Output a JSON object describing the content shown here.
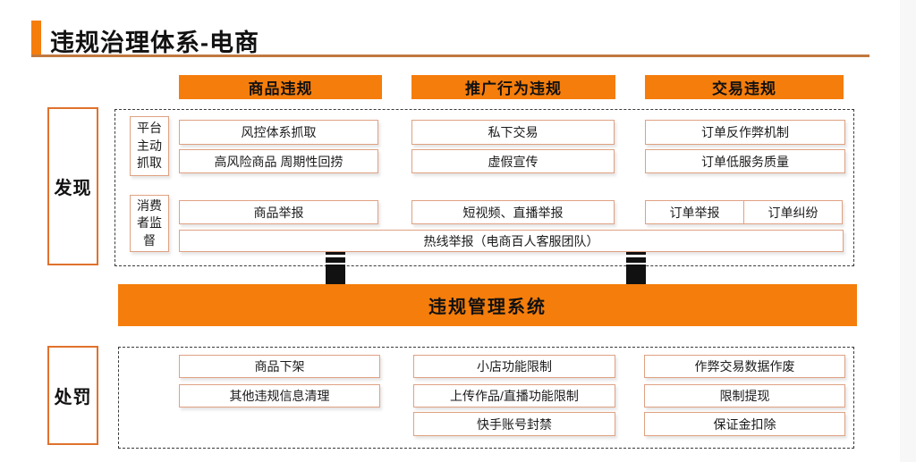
{
  "page_title": "违规治理体系-电商",
  "colors": {
    "accent_orange": "#F57D0B",
    "underline_brown": "#C0783F",
    "section_label_border": "#E0722D",
    "box_border": "#DFA182",
    "arrow_black": "#111111"
  },
  "column_headers": {
    "product": "商品违规",
    "promotion": "推广行为违规",
    "transaction": "交易违规"
  },
  "discovery": {
    "section_label": "发现",
    "platform_capture_label": "平台主动抓取",
    "consumer_supervision_label": "消费者监督",
    "product_rows": [
      "风控体系抓取",
      "高风险商品 周期性回捞",
      "商品举报"
    ],
    "promotion_rows": [
      "私下交易",
      "虚假宣传",
      "短视频、直播举报"
    ],
    "transaction_rows": [
      "订单反作弊机制",
      "订单低服务质量"
    ],
    "order_split": [
      "订单举报",
      "订单纠纷"
    ],
    "hotline": "热线举报（电商百人客服团队）"
  },
  "system_banner": "违规管理系统",
  "punishment": {
    "section_label": "处罚",
    "product_rows": [
      "商品下架",
      "其他违规信息清理"
    ],
    "promotion_rows": [
      "小店功能限制",
      "上传作品/直播功能限制",
      "快手账号封禁"
    ],
    "transaction_rows": [
      "作弊交易数据作废",
      "限制提现",
      "保证金扣除"
    ]
  }
}
